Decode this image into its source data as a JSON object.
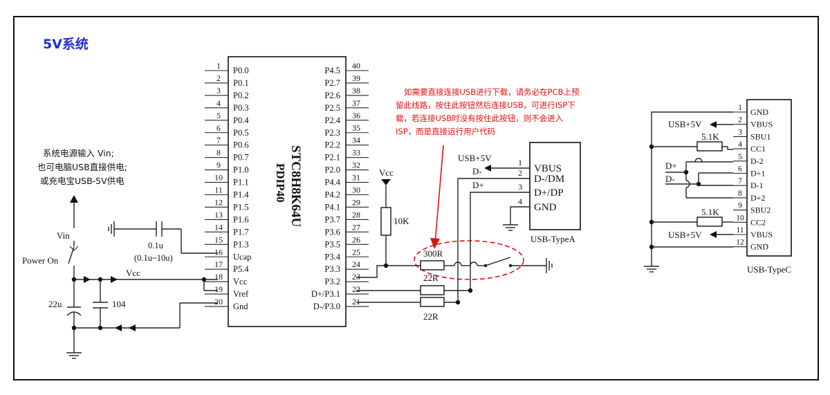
{
  "title": "5V系统",
  "power_note": [
    "系统电源输入 Vin;",
    "也可电脑USB直接供电;",
    "或充电宝USB-5V供电"
  ],
  "labels": {
    "vin": "Vin",
    "power_on": "Power On",
    "vcc_left": "Vcc",
    "vcc_top": "Vcc",
    "cap_big": "22u",
    "cap_small": "104",
    "ucap_val": "0.1u",
    "ucap_range": "(0.1u~10u)",
    "r10k": "10K",
    "r300": "300R",
    "r22a": "22R",
    "r22b": "22R",
    "usb5v_a": "USB+5V",
    "dminus_a": "D-",
    "dplus_a": "D+",
    "usb_typea": "USB-TypeA",
    "usb_typec": "USB-TypeC",
    "r51k_a": "5.1K",
    "r51k_b": "5.1K",
    "usb5v_c1": "USB+5V",
    "usb5v_c2": "USB+5V",
    "dplus_c": "D+",
    "dminus_c": "D-"
  },
  "chip": {
    "name": "STC8H8K64U",
    "package": "PDIP40",
    "left_pins": [
      {
        "num": "1",
        "label": "P0.0"
      },
      {
        "num": "2",
        "label": "P0.1"
      },
      {
        "num": "3",
        "label": "P0.2"
      },
      {
        "num": "4",
        "label": "P0.3"
      },
      {
        "num": "5",
        "label": "P0.4"
      },
      {
        "num": "6",
        "label": "P0.5"
      },
      {
        "num": "7",
        "label": "P0.6"
      },
      {
        "num": "8",
        "label": "P0.7"
      },
      {
        "num": "9",
        "label": "P1.0"
      },
      {
        "num": "10",
        "label": "P1.1"
      },
      {
        "num": "11",
        "label": "P1.4"
      },
      {
        "num": "12",
        "label": "P1.5"
      },
      {
        "num": "13",
        "label": "P1.6"
      },
      {
        "num": "14",
        "label": "P1.7"
      },
      {
        "num": "15",
        "label": "P1.3"
      },
      {
        "num": "16",
        "label": "Ucap"
      },
      {
        "num": "17",
        "label": "P5.4"
      },
      {
        "num": "18",
        "label": "Vcc"
      },
      {
        "num": "19",
        "label": "Vref"
      },
      {
        "num": "20",
        "label": "Gnd"
      }
    ],
    "right_pins": [
      {
        "num": "40",
        "label": "P4.5"
      },
      {
        "num": "39",
        "label": "P2.7"
      },
      {
        "num": "38",
        "label": "P2.6"
      },
      {
        "num": "37",
        "label": "P2.5"
      },
      {
        "num": "36",
        "label": "P2.4"
      },
      {
        "num": "35",
        "label": "P2.3"
      },
      {
        "num": "34",
        "label": "P2.2"
      },
      {
        "num": "33",
        "label": "P2.1"
      },
      {
        "num": "32",
        "label": "P2.0"
      },
      {
        "num": "31",
        "label": "P4.4"
      },
      {
        "num": "30",
        "label": "P4.2"
      },
      {
        "num": "29",
        "label": "P4.1"
      },
      {
        "num": "28",
        "label": "P3.7"
      },
      {
        "num": "27",
        "label": "P3.6"
      },
      {
        "num": "26",
        "label": "P3.5"
      },
      {
        "num": "25",
        "label": "P3.4"
      },
      {
        "num": "24",
        "label": "P3.3"
      },
      {
        "num": "23",
        "label": "P3.2"
      },
      {
        "num": "22",
        "label": "D+/P3.1"
      },
      {
        "num": "21",
        "label": "D-/P3.0"
      }
    ]
  },
  "usb_a": {
    "pins": [
      {
        "num": "1",
        "label": "VBUS"
      },
      {
        "num": "2",
        "label": "D-/DM"
      },
      {
        "num": "3",
        "label": "D+/DP"
      },
      {
        "num": "4",
        "label": "GND"
      }
    ]
  },
  "usb_c": {
    "pins": [
      {
        "num": "1",
        "label": "GND"
      },
      {
        "num": "2",
        "label": "VBUS"
      },
      {
        "num": "3",
        "label": "SBU1"
      },
      {
        "num": "4",
        "label": "CC1"
      },
      {
        "num": "5",
        "label": "D-2"
      },
      {
        "num": "6",
        "label": "D+1"
      },
      {
        "num": "7",
        "label": "D-1"
      },
      {
        "num": "8",
        "label": "D+2"
      },
      {
        "num": "9",
        "label": "SBU2"
      },
      {
        "num": "10",
        "label": "CC2"
      },
      {
        "num": "11",
        "label": "VBUS"
      },
      {
        "num": "12",
        "label": "GND"
      }
    ]
  },
  "note_lines": [
    "如需要直接连接USB进行下载，请务必在PCB上预",
    "留此线路，按住此按钮然后连接USB，可进行ISP下",
    "载，若连接USB时没有按住此按钮，则不会进入",
    "ISP，而是直接运行用户代码"
  ],
  "colors": {
    "title": "#1f2fd0",
    "note": "#e01010",
    "wire": "#222222",
    "frame": "#111111"
  }
}
